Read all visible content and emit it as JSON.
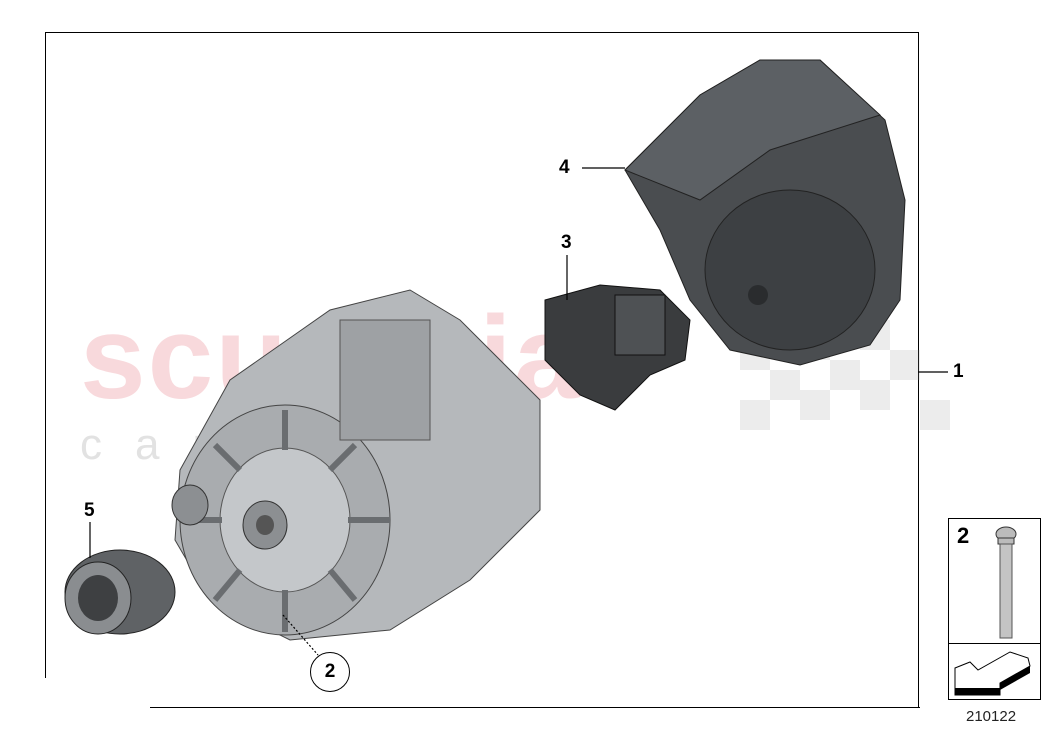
{
  "watermark": {
    "line1": "scuderia",
    "line2": "carparts"
  },
  "callouts": {
    "part1": "1",
    "part2": "2",
    "part3": "3",
    "part4": "4",
    "part5": "5"
  },
  "legend": {
    "number": "2",
    "icon": "bolt-icon",
    "arrow_icon": "arrow-left-icon"
  },
  "diagram_id": "210122"
}
